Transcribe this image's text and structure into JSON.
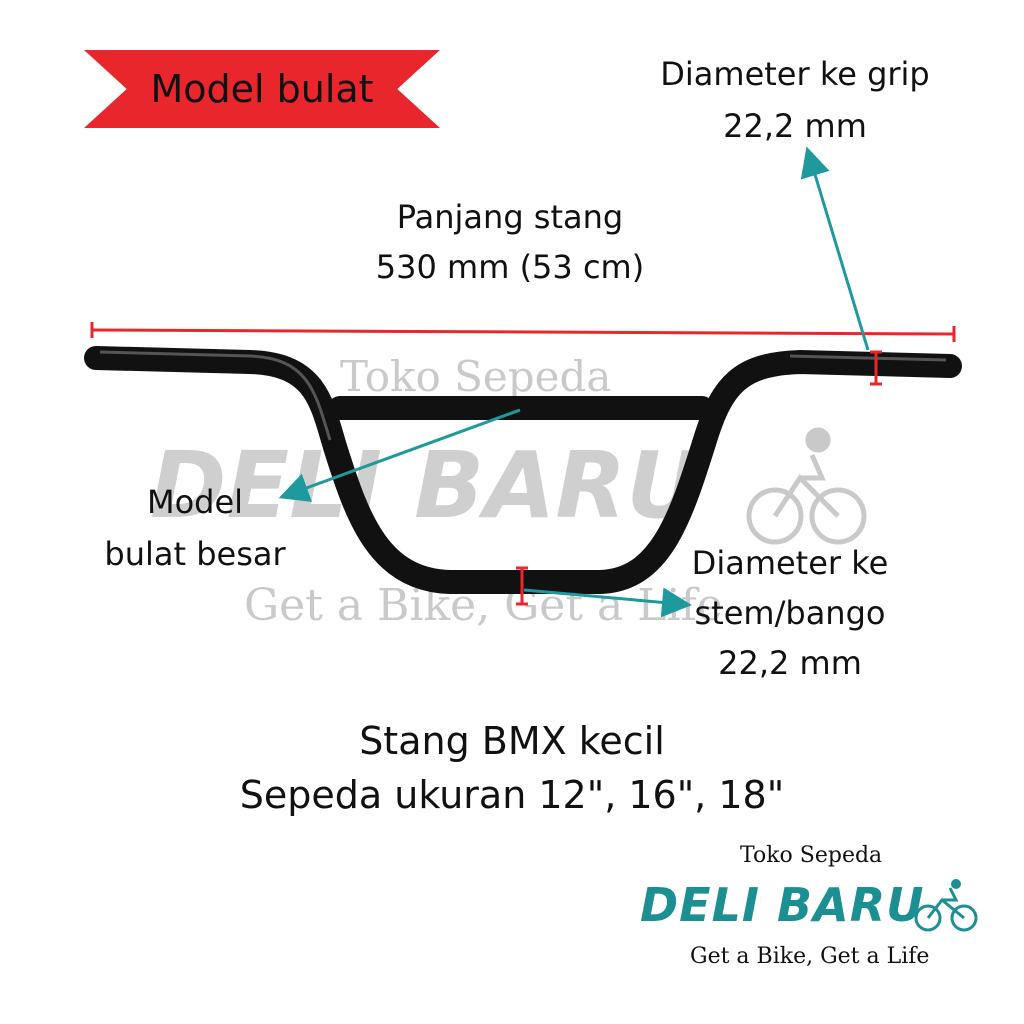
{
  "badge": {
    "label": "Model bulat"
  },
  "annotations": {
    "grip_diameter": {
      "line1": "Diameter ke grip",
      "line2": "22,2 mm"
    },
    "length": {
      "line1": "Panjang stang",
      "line2": "530 mm (53 cm)"
    },
    "model": {
      "line1": "Model",
      "line2": "bulat besar"
    },
    "stem_diameter": {
      "line1": "Diameter ke",
      "line2": "stem/bango",
      "line3": "22,2 mm"
    }
  },
  "watermark": {
    "top": "Toko Sepeda",
    "brand": "DELI BARU",
    "tagline": "Get a Bike, Get a Life"
  },
  "title": {
    "line1": "Stang BMX kecil",
    "line2": "Sepeda ukuran 12\", 16\", 18\""
  },
  "logo": {
    "top": "Toko Sepeda",
    "brand": "DELI BARU",
    "tagline": "Get a Bike, Get a Life"
  },
  "colors": {
    "ribbon": "#e8262b",
    "measure_line": "#e8262b",
    "arrow": "#1e9a9d",
    "brand": "#1c8f93",
    "handlebar": "#111111"
  },
  "icons": [
    "cyclist-icon"
  ]
}
